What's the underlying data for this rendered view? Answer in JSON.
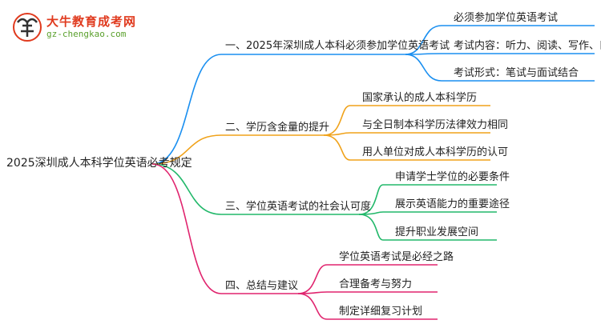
{
  "logo": {
    "name": "大牛教育成考网",
    "url": "gz-chengkao.com"
  },
  "root": "2025深圳成人本科学位英语必考规定",
  "branches": [
    {
      "label": "一、2025年深圳成人本科必须参加学位英语考试",
      "color": "#1a8ff0",
      "children": [
        "必须参加学位英语考试",
        "考试内容：听力、阅读、写作、口语",
        "考试形式：笔试与面试结合"
      ]
    },
    {
      "label": "二、学历含金量的提升",
      "color": "#f0a21a",
      "children": [
        "国家承认的成人本科学历",
        "与全日制本科学历法律效力相同",
        "用人单位对成人本科学历的认可"
      ]
    },
    {
      "label": "三、学位英语考试的社会认可度",
      "color": "#22b86a",
      "children": [
        "申请学士学位的必要条件",
        "展示英语能力的重要途径",
        "提升职业发展空间"
      ]
    },
    {
      "label": "四、总结与建议",
      "color": "#e0246e",
      "children": [
        "学位英语考试是必经之路",
        "合理备考与努力",
        "制定详细复习计划"
      ]
    }
  ]
}
